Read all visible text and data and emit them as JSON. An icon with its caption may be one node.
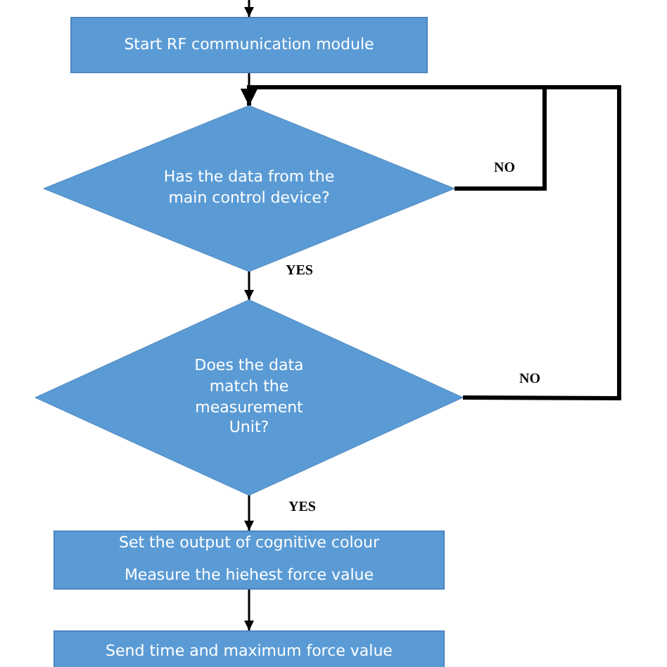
{
  "diagram": {
    "nodes": [
      {
        "text": [
          "Start RF communication module"
        ]
      },
      {
        "text": [
          "Has the data from the main control device?"
        ]
      },
      {
        "text": [
          "Does the data match the measurement Unit?"
        ]
      },
      {
        "text": [
          "Set the output of cognitive colour",
          "Measure the hiehest force value"
        ]
      },
      {
        "text": [
          "Send time and maximum force value"
        ]
      }
    ],
    "edges": [
      {
        "from": null,
        "to": 0,
        "arrow": "to"
      },
      {
        "from": 0,
        "to": 1,
        "arrow": "to"
      },
      {
        "from": 1,
        "to": 2,
        "arrow": "to",
        "label": "YES"
      },
      {
        "from": 1,
        "to": 1,
        "arrow": "to",
        "label": "NO",
        "style": "thick"
      },
      {
        "from": 2,
        "to": 1,
        "arrow": "to",
        "label": "NO",
        "style": "thick"
      },
      {
        "from": 2,
        "to": 3,
        "arrow": "to",
        "label": "YES"
      },
      {
        "from": 3,
        "to": 4,
        "arrow": "to"
      }
    ]
  }
}
